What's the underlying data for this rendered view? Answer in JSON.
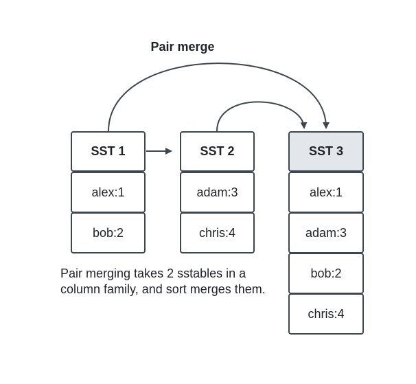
{
  "title": "Pair merge",
  "tables": {
    "sst1": {
      "header": "SST 1",
      "rows": [
        "alex:1",
        "bob:2"
      ]
    },
    "sst2": {
      "header": "SST 2",
      "rows": [
        "adam:3",
        "chris:4"
      ]
    },
    "sst3": {
      "header": "SST 3",
      "rows": [
        "alex:1",
        "adam:3",
        "bob:2",
        "chris:4"
      ]
    }
  },
  "caption": "Pair merging takes 2 sstables in a column family, and sort merges them.",
  "colors": {
    "stroke": "#3f464d",
    "highlight": "#e3e6ea",
    "text": "#1f2328"
  }
}
